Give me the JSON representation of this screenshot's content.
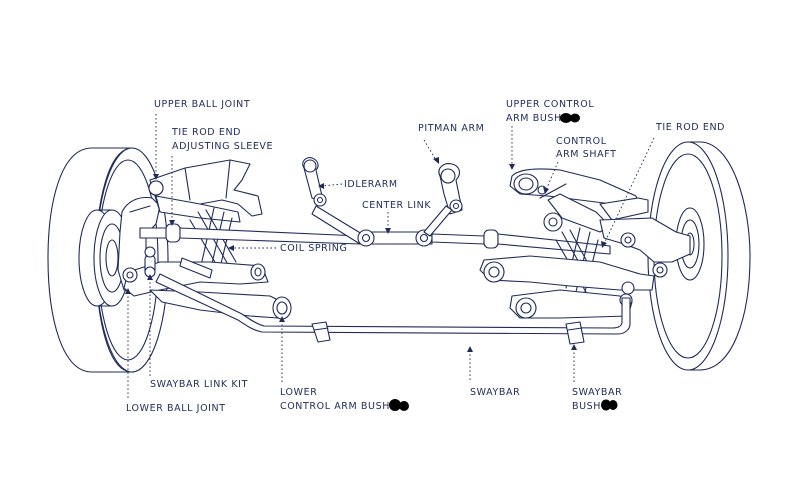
{
  "labels": {
    "upper_ball_joint": "UPPER BALL JOINT",
    "tie_rod_end_sleeve_1": "TIE ROD END",
    "tie_rod_end_sleeve_2": "ADJUSTING SLEEVE",
    "pitman_arm": "PITMAN ARM",
    "upper_control_arm_bush_1": "UPPER CONTROL",
    "upper_control_arm_bush_2": "ARM BUSH",
    "control_arm_shaft_1": "CONTROL",
    "control_arm_shaft_2": "ARM SHAFT",
    "tie_rod_end": "TIE ROD END",
    "idlerarm": "IDLERARM",
    "center_link": "CENTER LINK",
    "coil_spring": "COIL SPRING",
    "swaybar_link_kit": "SWAYBAR LINK KIT",
    "lower_ball_joint": "LOWER BALL JOINT",
    "lower_control_arm_bush_1": "LOWER",
    "lower_control_arm_bush_2": "CONTROL ARM BUSH",
    "swaybar": "SWAYBAR",
    "swaybar_bush_1": "SWAYBAR",
    "swaybar_bush_2": "BUSH"
  },
  "colors": {
    "ink": "#1f2b5c",
    "redaction": "#000000",
    "background": "#ffffff"
  }
}
